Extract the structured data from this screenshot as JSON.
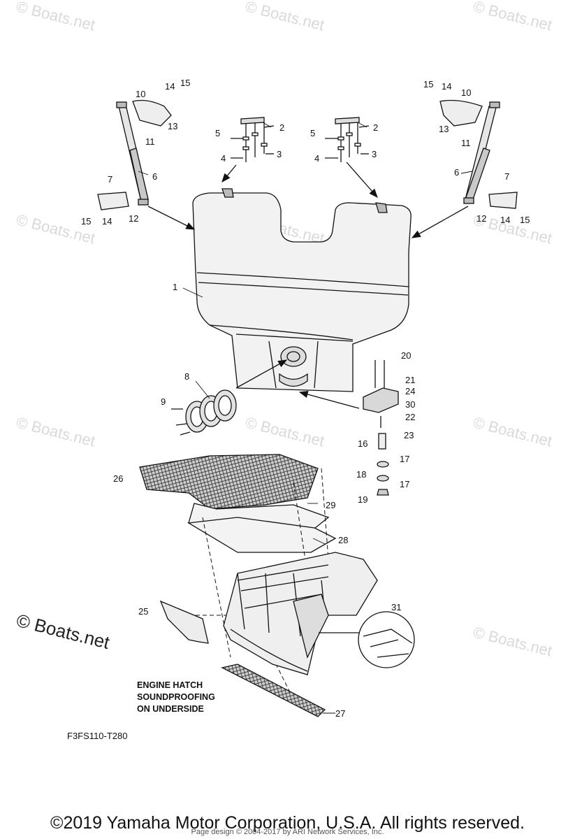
{
  "watermark": "© Boats.net",
  "callouts": [
    "1",
    "2",
    "2",
    "3",
    "3",
    "4",
    "4",
    "5",
    "5",
    "6",
    "6",
    "7",
    "7",
    "8",
    "9",
    "10",
    "10",
    "11",
    "11",
    "12",
    "12",
    "13",
    "13",
    "14",
    "14",
    "14",
    "14",
    "15",
    "15",
    "15",
    "15",
    "16",
    "17",
    "17",
    "18",
    "19",
    "20",
    "21",
    "22",
    "23",
    "24",
    "25",
    "26",
    "27",
    "28",
    "29",
    "30",
    "31"
  ],
  "note_lines": [
    "ENGINE HATCH",
    "SOUNDPROOFING",
    "ON UNDERSIDE"
  ],
  "diagram_code": "F3FS110-T280",
  "copyright": "©2019 Yamaha Motor Corporation, U.S.A. All rights reserved.",
  "page_design": "Page design © 2004-2017 by ARI Network Services, Inc."
}
